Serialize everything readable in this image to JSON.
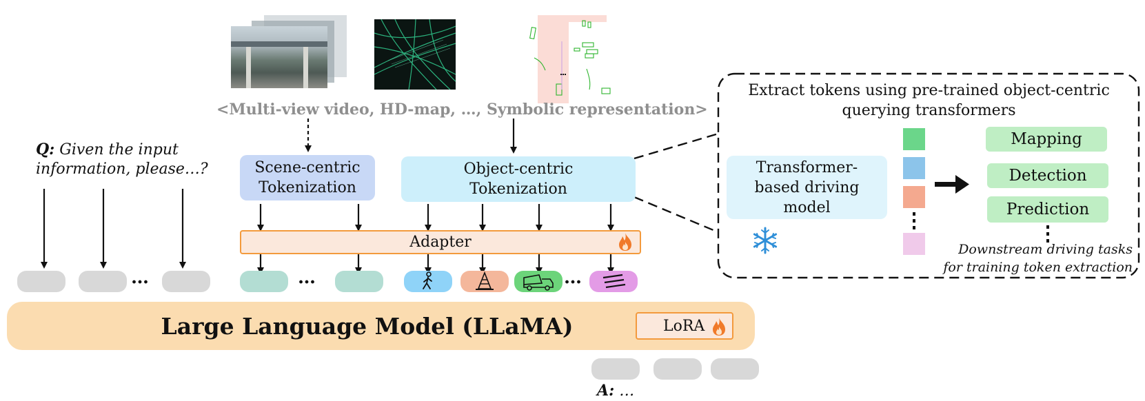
{
  "inputs_caption": "<Multi-view video, HD-map, …,  Symbolic representation>",
  "question": {
    "prefix": "Q:",
    "line1": "Given the input",
    "line2": "information, please…?"
  },
  "scene_tokenization": {
    "line1": "Scene-centric",
    "line2": "Tokenization"
  },
  "object_tokenization": {
    "line1": "Object-centric",
    "line2": "Tokenization"
  },
  "adapter_label": "Adapter",
  "llm_label": "Large Language Model (LLaMA)",
  "lora_label": "LoRA",
  "answer": {
    "prefix": "A:",
    "text": "…"
  },
  "ellipsis": "…",
  "inset": {
    "title_line1": "Extract tokens using pre-trained object-centric",
    "title_line2": "querying transformers",
    "model_line1": "Transformer-",
    "model_line2": "based driving",
    "model_line3": "model",
    "tasks": [
      "Mapping",
      "Detection",
      "Prediction"
    ],
    "caption_line1": "Downstream driving tasks",
    "caption_line2": "for training token extraction"
  },
  "colors": {
    "scene_box": "#c8d8f6",
    "object_box": "#cdeffb",
    "adapter_fill": "#fbe8dc",
    "adapter_border": "#f39a3c",
    "llm_fill": "#fbdcb0",
    "grey_token": "#d8d8d8",
    "teal_token": "#b3ddd3",
    "task_green": "#bfeec4",
    "flame": "#f07a2a",
    "snowflake": "#2f8fd8"
  },
  "icons": [
    "pedestrian-icon",
    "traffic-cone-icon",
    "truck-icon",
    "lane-icon",
    "flame-icon",
    "snowflake-icon"
  ]
}
